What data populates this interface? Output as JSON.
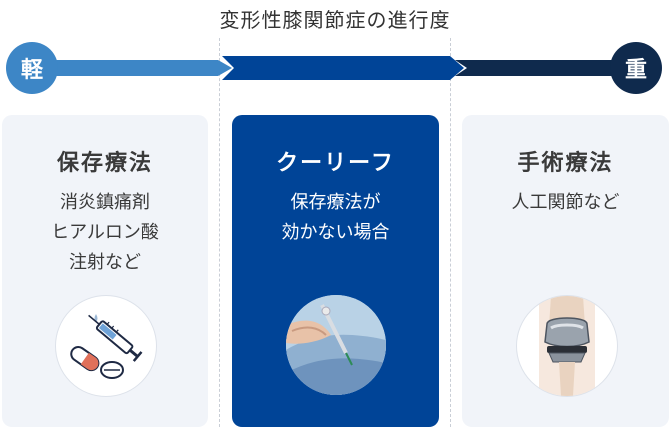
{
  "header": {
    "title": "変形性膝関節症の進行度"
  },
  "scale": {
    "mild_label": "軽",
    "severe_label": "重"
  },
  "stages": [
    {
      "title": "保存療法",
      "description": "消炎鎮痛剤\nヒアルロン酸\n注射など",
      "icon": "medicine-syringe-icon"
    },
    {
      "title": "クーリーフ",
      "description": "保存療法が\n効かない場合",
      "icon": "needle-procedure-photo"
    },
    {
      "title": "手術療法",
      "description": "人工関節など",
      "icon": "artificial-knee-joint-icon"
    }
  ],
  "colors": {
    "mild": "#3d86c6",
    "mid": "#004497",
    "severe": "#0f2a4d",
    "card_bg": "#f1f4f9"
  }
}
